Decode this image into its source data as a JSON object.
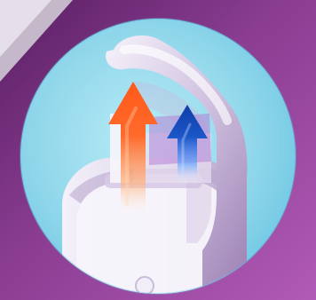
{
  "image": {
    "description_labels": {
      "background": "purple-gradient",
      "circle": "light-blue-circle",
      "device": "lilac-plastic-device-with-handle",
      "arrows": [
        "orange-up-arrow",
        "blue-up-arrow"
      ]
    },
    "colors": {
      "purple_dark": "#6a2a74",
      "purple_mid": "#8a3d91",
      "purple_light": "#b56bb9",
      "circle_blue": "#8fd6ea",
      "circle_blue_dark": "#5bbfdf",
      "device_light": "#e9e4f2",
      "device_mid": "#cfc4df",
      "device_shadow": "#a88fb9",
      "arrow_orange": "#ff6a2b",
      "arrow_orange_light": "#ffb07a",
      "arrow_blue": "#1b56c7",
      "arrow_blue_light": "#6aa8ff"
    }
  }
}
